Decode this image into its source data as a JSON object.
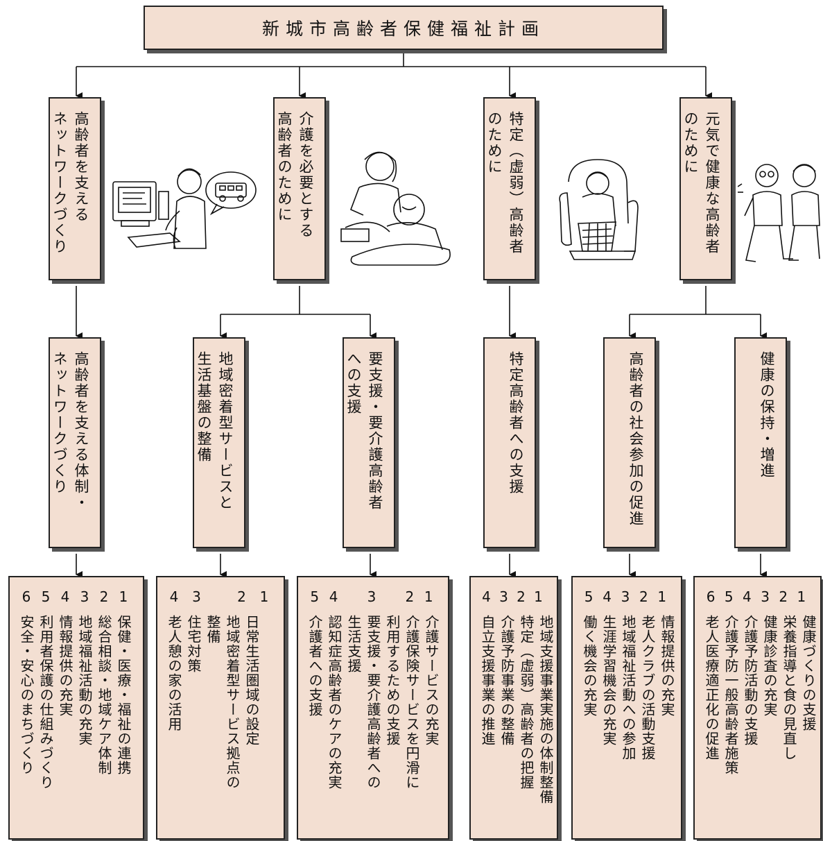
{
  "title": "新城市高齢者保健福祉計画",
  "level1": [
    {
      "text": "高齢者を支える\nネットワークづくり"
    },
    {
      "text": "介護を必要とする\n高齢者のために"
    },
    {
      "text": "特定（虚弱）高齢者\nのために"
    },
    {
      "text": "元気で健康な高齢者\nのために"
    }
  ],
  "level2": [
    {
      "text": "高齢者を支える体制・\nネットワークづくり"
    },
    {
      "text": "地域密着型サービスと\n生活基盤の整備"
    },
    {
      "text": "要支援・要介護高齢者\nへの支援"
    },
    {
      "text": "特定高齢者への支援"
    },
    {
      "text": "高齢者の社会参加の促進"
    },
    {
      "text": "健康の保持・増進"
    }
  ],
  "level3": [
    {
      "nums": [
        "1",
        "2",
        "3",
        "4",
        "5",
        "6"
      ],
      "items": "保健・医療・福祉の連携\n総合相談・地域ケア体制\n地域福祉活動の充実\n情報提供の充実\n利用者保護の仕組みづくり\n安全・安心のまちづくり"
    },
    {
      "nums": [
        "1",
        "2",
        "",
        "3",
        "4"
      ],
      "items": "日常生活圏域の設定\n地域密着型サービス拠点の\n整備\n住宅対策\n老人憩の家の活用"
    },
    {
      "nums": [
        "1",
        "2",
        "",
        "3",
        "",
        "4",
        "5"
      ],
      "items": "介護サービスの充実\n介護保険サービスを円滑に\n利用するための支援\n要支援・要介護高齢者への\n生活支援\n認知症高齢者のケアの充実\n介護者への支援"
    },
    {
      "nums": [
        "1",
        "2",
        "3",
        "4"
      ],
      "items": "地域支援事業実施の体制整備\n特定（虚弱）高齢者の把握\n介護予防事業の整備\n自立支援事業の推進"
    },
    {
      "nums": [
        "1",
        "2",
        "3",
        "4",
        "5"
      ],
      "items": "情報提供の充実\n老人クラブの活動支援\n地域福祉活動への参加\n生涯学習機会の充実\n働く機会の充実"
    },
    {
      "nums": [
        "1",
        "2",
        "3",
        "4",
        "5",
        "6"
      ],
      "items": "健康づくりの支援\n栄養指導と食の見直し\n健康診査の充実\n介護予防活動の支援\n介護予防一般高齢者施策\n老人医療適正化の促進"
    }
  ]
}
